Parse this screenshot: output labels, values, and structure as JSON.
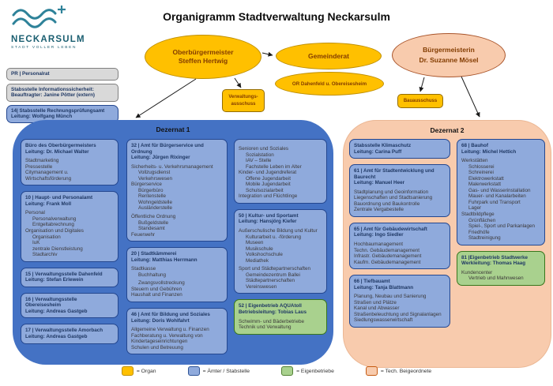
{
  "logo": {
    "name": "NECKARSULM",
    "tagline": "STADT VOLLER LEBEN"
  },
  "title": "Organigramm Stadtverwaltung Neckarsulm",
  "colors": {
    "organ": "#FFC000",
    "organ_border": "#BF8F00",
    "amt_box": "#8FAADC",
    "amt_border": "#24478F",
    "dezernat1_bg": "#4472C4",
    "dezernat2_bg": "#F8CBAD",
    "eigenbetrieb": "#A9D18E",
    "eigenbetrieb_border": "#38761D",
    "stabsstelle_gray": "#D9D9D9"
  },
  "organs": {
    "ob": {
      "lines": [
        "Oberbürgermeister",
        "Steffen Hertwig"
      ]
    },
    "gemeinderat": {
      "label": "Gemeinderat"
    },
    "ortschaftsrat": {
      "label": "OR Dahenfeld u. Obereisesheim"
    },
    "buergermeisterin": {
      "lines": [
        "Bürgermeisterin",
        "Dr. Suzanne Mösel"
      ]
    },
    "verwaltungsausschuss": {
      "lines": [
        "Verwaltungs-",
        "ausschuss"
      ]
    },
    "bauausschuss": {
      "label": "Bauausschuss"
    }
  },
  "sidebar": [
    {
      "style": "gray",
      "header": [
        "PR | Personalrat"
      ],
      "items": []
    },
    {
      "style": "gray",
      "header": [
        "Stabsstelle Informationssicherheit:",
        "Beauftragter: Janine Pötter (extern)"
      ],
      "items": []
    },
    {
      "style": "blue",
      "header": [
        "14| Stabsstelle Rechnungsprüfungsamt",
        "Leitung: Wolfgang Münch"
      ],
      "items": []
    }
  ],
  "dezernat1": {
    "title": "Dezernat 1",
    "columns": [
      [
        {
          "style": "blue",
          "header": [
            "Büro des Oberbürgermeisters",
            "Leitung: Dr. Michael Walter"
          ],
          "items": [
            "Stadtmarketing",
            "Pressestelle",
            "Citymanagement u. Wirtschaftsförderung"
          ]
        },
        {
          "style": "blue",
          "header": [
            "10 | Haupt- und Personalamt",
            "Leitung: Frank Moll"
          ],
          "items": [
            "Personal",
            {
              "t": "Personalverwaltung",
              "i": 1
            },
            {
              "t": "Entgeltabrechnung",
              "i": 1
            },
            "Organisation und Digitales",
            {
              "t": "Organisation",
              "i": 1
            },
            {
              "t": "IuK",
              "i": 1
            },
            {
              "t": "zentrale Dienstleistung",
              "i": 1
            },
            {
              "t": "Stadtarchiv",
              "i": 1
            }
          ]
        },
        {
          "style": "blue",
          "header": [
            "15 | Verwaltungsstelle Dahenfeld",
            "Leitung: Stefan Erlewein"
          ],
          "items": []
        },
        {
          "style": "blue",
          "header": [
            "16 | Verwaltungsstelle Obereisesheim",
            "Leitung: Andreas Gastgeb"
          ],
          "items": []
        },
        {
          "style": "blue",
          "header": [
            "17 | Verwaltungsstelle Amorbach",
            "Leitung: Andreas Gastgeb"
          ],
          "items": []
        }
      ],
      [
        {
          "style": "blue",
          "header": [
            "32 | Amt für Bürgerservice und Ordnung",
            "Leitung: Jürgen Rixinger"
          ],
          "items": [
            "Sicherheits- u. Verkehrsmanagement",
            {
              "t": "Vollzugsdienst",
              "i": 1
            },
            {
              "t": "Verkehrswesen",
              "i": 1
            },
            "Bürgerservice",
            {
              "t": "Bürgerbüro",
              "i": 1
            },
            {
              "t": "Rentenstelle",
              "i": 1
            },
            {
              "t": "Wohngeldstelle",
              "i": 1
            },
            {
              "t": "Ausländerstelle",
              "i": 1
            },
            {
              "t": "Öffentliche Ordnung",
              "gap": true
            },
            {
              "t": "Bußgeldstelle",
              "i": 1
            },
            {
              "t": "Standesamt",
              "i": 1
            },
            "Feuerwehr"
          ]
        },
        {
          "style": "blue",
          "header": [
            "20 | Stadtkämmerei",
            "Leitung: Matthias Herrmann"
          ],
          "items": [
            "Stadtkasse",
            {
              "t": "Buchhaltung",
              "i": 1
            },
            {
              "t": "Zwangsvollstreckung",
              "i": 1,
              "gap": true
            },
            "Steuern und Gebühren",
            "Haushalt und Finanzen"
          ]
        },
        {
          "style": "blue",
          "header": [
            "46 | Amt für Bildung und Soziales",
            "Leitung: Doris Wohlfahrt"
          ],
          "items": [
            "Allgemeine Verwaltung u. Finanzen",
            "Fachberatung u. Verwaltung von Kindertageseinrichtungen",
            "Schulen und Betreuung"
          ]
        }
      ],
      [
        {
          "style": "blue",
          "header": [],
          "items": [
            "Senioren und Soziales",
            {
              "t": "Sozialstation",
              "i": 1
            },
            {
              "t": "IAV – Stelle",
              "i": 1
            },
            {
              "t": "Fachstelle Leben im Alter",
              "i": 1
            },
            "Kinder- und Jugendreferat",
            {
              "t": "Offene Jugendarbeit",
              "i": 1
            },
            {
              "t": "Mobile Jugendarbeit",
              "i": 1
            },
            {
              "t": "Schulsozialarbeit",
              "i": 1
            },
            "Integration und Flüchtlinge"
          ]
        },
        {
          "style": "blue",
          "header": [
            "50 | Kultur- und Sportamt",
            "Leitung: Hansjörg Kiefer"
          ],
          "items": [
            "Außerschulische Bildung und Kultur",
            {
              "t": "Kulturarbeit u. -förderung",
              "i": 1
            },
            {
              "t": "Museen",
              "i": 1
            },
            {
              "t": "Musikschule",
              "i": 1
            },
            {
              "t": "Volkshochschule",
              "i": 1
            },
            {
              "t": "Mediathek",
              "i": 1
            },
            {
              "t": "Sport und Städtepartnerschaften",
              "gap": true
            },
            {
              "t": "Gemeindezentrum Ballei",
              "i": 1
            },
            {
              "t": "Städtepartnerschaften",
              "i": 1
            },
            {
              "t": "Vereinswesen",
              "i": 1
            }
          ]
        },
        {
          "style": "green",
          "header": [
            "52 | Eigenbetrieb AQUAtoll",
            "Betriebsleitung: Tobias Laus"
          ],
          "items": [
            "Schwimm- und Bäderbetriebe",
            "Technik und Verwaltung"
          ]
        }
      ]
    ]
  },
  "dezernat2": {
    "title": "Dezernat 2",
    "columns": [
      [
        {
          "style": "blue",
          "header": [
            "Stabsstelle Klimaschutz",
            "Leitung: Carina Puff"
          ],
          "items": []
        },
        {
          "style": "blue",
          "header": [
            "61 | Amt für Stadtentwicklung und Baurecht",
            "Leitung: Manuel Heer"
          ],
          "items": [
            "Stadtplanung und Geoinformation",
            "Liegenschaften und Stadtsanierung",
            "Bauordnung und Baukontrolle",
            "Zentrale Vergabestelle"
          ]
        },
        {
          "style": "blue",
          "header": [
            "65 | Amt für Gebäudewirtschaft",
            "Leitung: Ingo Siedler"
          ],
          "items": [
            "Hochbaumanagement",
            "Techn. Gebäudemanagement",
            "Infrastr. Gebäudemanagement",
            "Kaufm. Gebäudemanagement"
          ]
        },
        {
          "style": "blue",
          "header": [
            "66 | Tiefbauamt",
            "Leitung: Tanja Blattmann"
          ],
          "items": [
            "Planung, Neubau und Sanierung",
            "Straßen und Plätze",
            "Kanal und Abwasser",
            "Straßenbeleuchtung und Signalanlagen",
            "Siedlungswasserwirtschaft"
          ]
        }
      ],
      [
        {
          "style": "blue",
          "header": [
            "68 | Bauhof",
            "Leitung: Michel Hettich"
          ],
          "items": [
            "Werkstätten",
            {
              "t": "Schlosserei",
              "i": 1
            },
            {
              "t": "Schreinerei",
              "i": 1
            },
            {
              "t": "Elektrowerkstatt",
              "i": 1
            },
            {
              "t": "Malerwerkstatt",
              "i": 1
            },
            {
              "t": "Gas- und Wasserinstallation",
              "i": 1
            },
            {
              "t": "Mauer- und Kanalarbeiten",
              "i": 1
            },
            {
              "t": "Fuhrpark und Transport",
              "i": 1
            },
            {
              "t": "Lager",
              "i": 1
            },
            "Stadtbildpflege",
            {
              "t": "Grünflächen",
              "i": 1
            },
            {
              "t": "Spiel-, Sport und Parkanlagen",
              "i": 1
            },
            {
              "t": "Friedhöfe",
              "i": 1
            },
            {
              "t": "Stadtreinigung",
              "i": 1
            }
          ]
        },
        {
          "style": "green",
          "header": [
            "81 |Eigenbetrieb Stadtwerke",
            "Werkleitung: Thomas Haag"
          ],
          "items": [
            "Kundencenter",
            {
              "t": "Vertrieb und Mahnwesen",
              "i": 1
            }
          ]
        }
      ]
    ]
  },
  "legend": {
    "items": [
      {
        "key": "organ",
        "label": "= Organ",
        "color": "#FFC000",
        "border": "#BF8F00"
      },
      {
        "key": "aemter-stabstelle",
        "label": "= Ämter / Stabstelle",
        "color": "#8FAADC",
        "border": "#2F5496"
      },
      {
        "key": "eigenbetriebe",
        "label": "= Eigenbetriebe",
        "color": "#A9D18E",
        "border": "#538135"
      },
      {
        "key": "tech-beigeordnete",
        "label": "= Tech. Beigeordnete",
        "color": "#F8CBAD",
        "border": "#C55A11"
      }
    ]
  }
}
